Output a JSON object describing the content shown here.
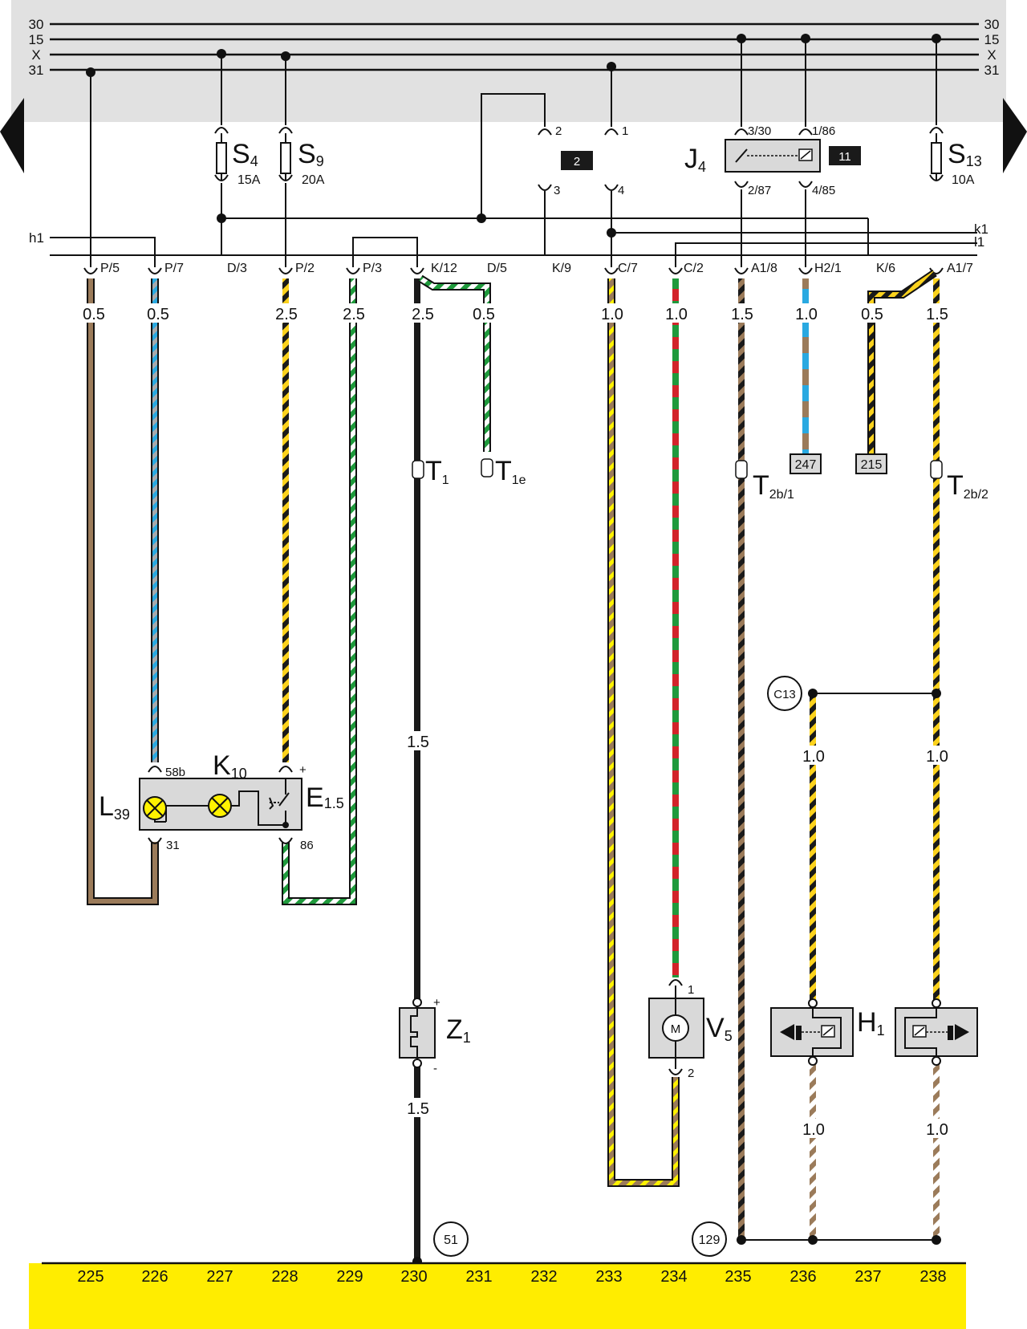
{
  "bus_lines": [
    "30",
    "15",
    "X",
    "31"
  ],
  "inner_buses": [
    "h1",
    "k1",
    "l1"
  ],
  "fuses": [
    {
      "name": "S",
      "sub": "4",
      "rating": "15A"
    },
    {
      "name": "S",
      "sub": "9",
      "rating": "20A"
    },
    {
      "name": "S",
      "sub": "13",
      "rating": "10A"
    }
  ],
  "switch_pins": {
    "p1": "1",
    "p2": "2",
    "p3": "3",
    "p4": "4",
    "tag": "2"
  },
  "relay": {
    "name": "J",
    "sub": "4",
    "tag": "11",
    "pin_top_left": "3/30",
    "pin_top_right": "1/86",
    "pin_bot_left": "2/87",
    "pin_bot_right": "4/85"
  },
  "connectors": [
    "P/5",
    "P/7",
    "D/3",
    "P/2",
    "P/3",
    "K/12",
    "D/5",
    "K/9",
    "C/7",
    "C/2",
    "A1/8",
    "H2/1",
    "K/6",
    "A1/7"
  ],
  "wire_sizes": [
    "0.5",
    "0.5",
    "2.5",
    "2.5",
    "2.5",
    "0.5",
    "1.0",
    "1.0",
    "1.5",
    "1.0",
    "0.5",
    "1.5"
  ],
  "lower_sizes": {
    "z_top": "1.5",
    "z_bottom": "1.5",
    "h1_left_top": "1.0",
    "h1_right_top": "1.0",
    "h1_left_bottom": "1.0",
    "h1_right_bottom": "1.0"
  },
  "terminals": [
    {
      "name": "T",
      "sub": "1"
    },
    {
      "name": "T",
      "sub": "1e"
    },
    {
      "name": "T",
      "sub": "2b/1"
    },
    {
      "name": "T",
      "sub": "2b/2"
    }
  ],
  "refs": {
    "r247": "247",
    "r215": "215"
  },
  "ground_points": {
    "g51": "51",
    "g129": "129",
    "c13": "C13"
  },
  "components": {
    "k10": {
      "name": "K",
      "sub": "10",
      "pin_top": "58b",
      "pin_bottom": "31"
    },
    "l39": {
      "name": "L",
      "sub": "39"
    },
    "e15": {
      "name": "E",
      "sub": "1.5",
      "pin_top": "+",
      "pin_bottom": "86"
    },
    "z1": {
      "name": "Z",
      "sub": "1",
      "plus": "+",
      "minus": "-"
    },
    "v5": {
      "name": "V",
      "sub": "5",
      "motor": "M",
      "pin_top": "1",
      "pin_bottom": "2"
    },
    "h1": {
      "name": "H",
      "sub": "1"
    }
  },
  "ruler": [
    "225",
    "226",
    "227",
    "228",
    "229",
    "230",
    "231",
    "232",
    "233",
    "234",
    "235",
    "236",
    "237",
    "238"
  ],
  "colors": {
    "header_bg": "#e1e1e1",
    "ruler_bg": "#ffed00",
    "brown": "#9b7b5a",
    "blue": "#29a9e1",
    "yellow": "#fbd21d",
    "green": "#1f9a3c",
    "red": "#d2232a",
    "black": "#1a1a1a",
    "box_gray": "#d9d9d9",
    "lamp": "#fff200"
  }
}
